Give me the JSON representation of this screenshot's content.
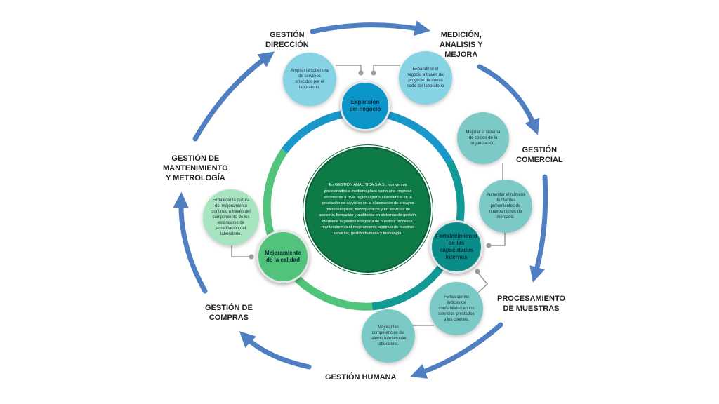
{
  "outer_labels": {
    "direccion": "GESTIÓN\nDIRECCIÓN",
    "medicion": "MEDICIÓN,\nANALISIS Y\nMEJORA",
    "comercial": "GESTIÓN\nCOMERCIAL",
    "procesamiento": "PROCESAMIENTO\nDE MUESTRAS",
    "humana": "GESTIÓN HUMANA",
    "compras": "GESTIÓN DE\nCOMPRAS",
    "mantenimiento": "GESTIÓN DE\nMANTENIMIENTO\nY METROLOGÍA"
  },
  "hubs": {
    "expansion": "Expansión del negocio",
    "fortalecimiento": "Fortalecimiento de las capacidades internas",
    "mejoramiento": "Mejoramiento de la calidad"
  },
  "bubbles": {
    "ampliar": "Ampliar la cobertura de servicios ofrecidos por el laboratorio.",
    "expandir": "Expandir el el negocio a través del proyecto de nueva sede del laboratorio",
    "costos": "Mejorar el sistema de costos de la organización.",
    "clientes": "Aumentar el número de clientes provenientes de nuevos nichos de mercado.",
    "confiabilidad": "Fortalecer los índices de confiabilidad en los servicios prestados a los clientes.",
    "competencias": "Mejorar las competencias del talento humano del laboratorio.",
    "cultura": "Fortalecer la cultura del mejoramiento continuo a través del cumplimiento de los estándares de acreditación del laboratorio."
  },
  "center_text": "En GESTIÓN ANALITICA S.A.S., nos vemos posicionados a mediano plazo como una empresa reconocida a nivel regional por su excelencia en la prestación de servicios en la elaboración de ensayos microbiológicos, fisicoquímicos y en servicios de asesoría, formación y auditorias en sistemas de gestión. Mediante la gestión integrada de nuestros procesos, mantendremos el mejoramiento continuo de nuestros servicios, gestión humana y tecnología.",
  "colors": {
    "arrow": "#4f7fc0",
    "ring_blue": "#1a97c9",
    "ring_teal": "#129b96",
    "ring_green": "#52c37a",
    "center": "#0e7a46",
    "hub_blue": "#0c95c9",
    "hub_teal": "#0a8d88",
    "hub_green": "#52c37a",
    "bubble_light_blue": "#87d3e6",
    "bubble_teal": "#7ccac6",
    "bubble_light_green": "#a9e4c0"
  }
}
